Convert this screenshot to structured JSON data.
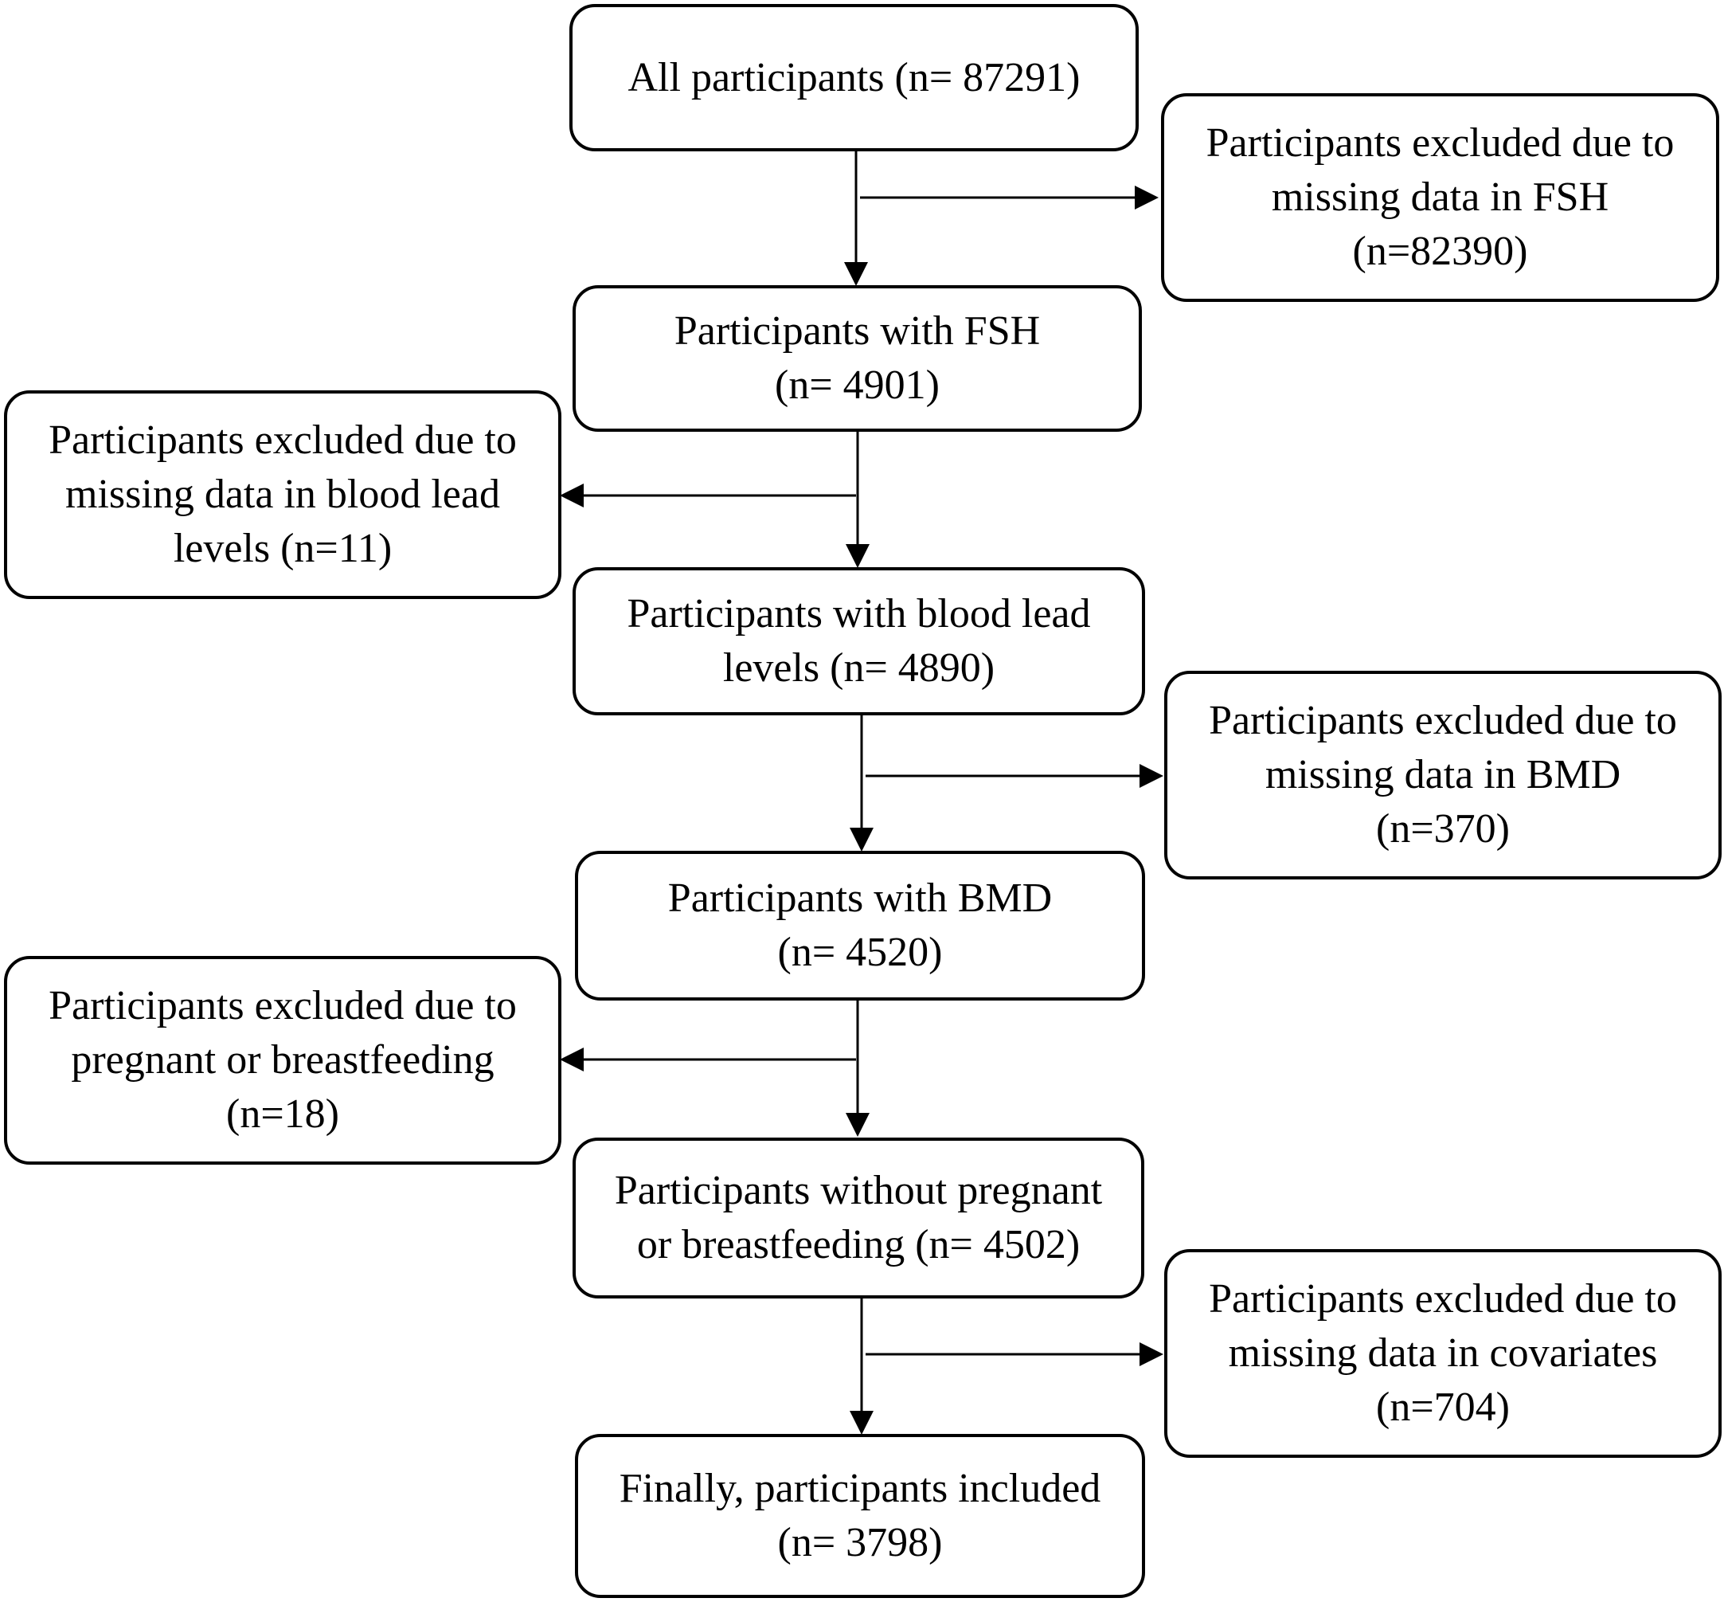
{
  "flow": {
    "main": [
      {
        "id": "all",
        "lines": [
          "All participants (n= 87291)"
        ]
      },
      {
        "id": "fsh",
        "lines": [
          "Participants with FSH",
          "(n= 4901)"
        ]
      },
      {
        "id": "lead",
        "lines": [
          "Participants with blood lead",
          "levels (n= 4890)"
        ]
      },
      {
        "id": "bmd",
        "lines": [
          "Participants with BMD",
          "(n= 4520)"
        ]
      },
      {
        "id": "nopreg",
        "lines": [
          "Participants without pregnant",
          "or breastfeeding (n= 4502)"
        ]
      },
      {
        "id": "final",
        "lines": [
          "Finally, participants included",
          "(n= 3798)"
        ]
      }
    ],
    "excluded": [
      {
        "id": "ex-fsh",
        "lines": [
          "Participants excluded due to",
          "missing data in FSH",
          "(n=82390)"
        ]
      },
      {
        "id": "ex-lead",
        "lines": [
          "Participants excluded due to",
          "missing data in blood lead",
          "levels (n=11)"
        ]
      },
      {
        "id": "ex-bmd",
        "lines": [
          "Participants excluded due to",
          "missing data in BMD",
          "(n=370)"
        ]
      },
      {
        "id": "ex-preg",
        "lines": [
          "Participants excluded due to",
          "pregnant or breastfeeding",
          "(n=18)"
        ]
      },
      {
        "id": "ex-cov",
        "lines": [
          "Participants excluded due to",
          "missing data in covariates",
          "(n=704)"
        ]
      }
    ]
  }
}
